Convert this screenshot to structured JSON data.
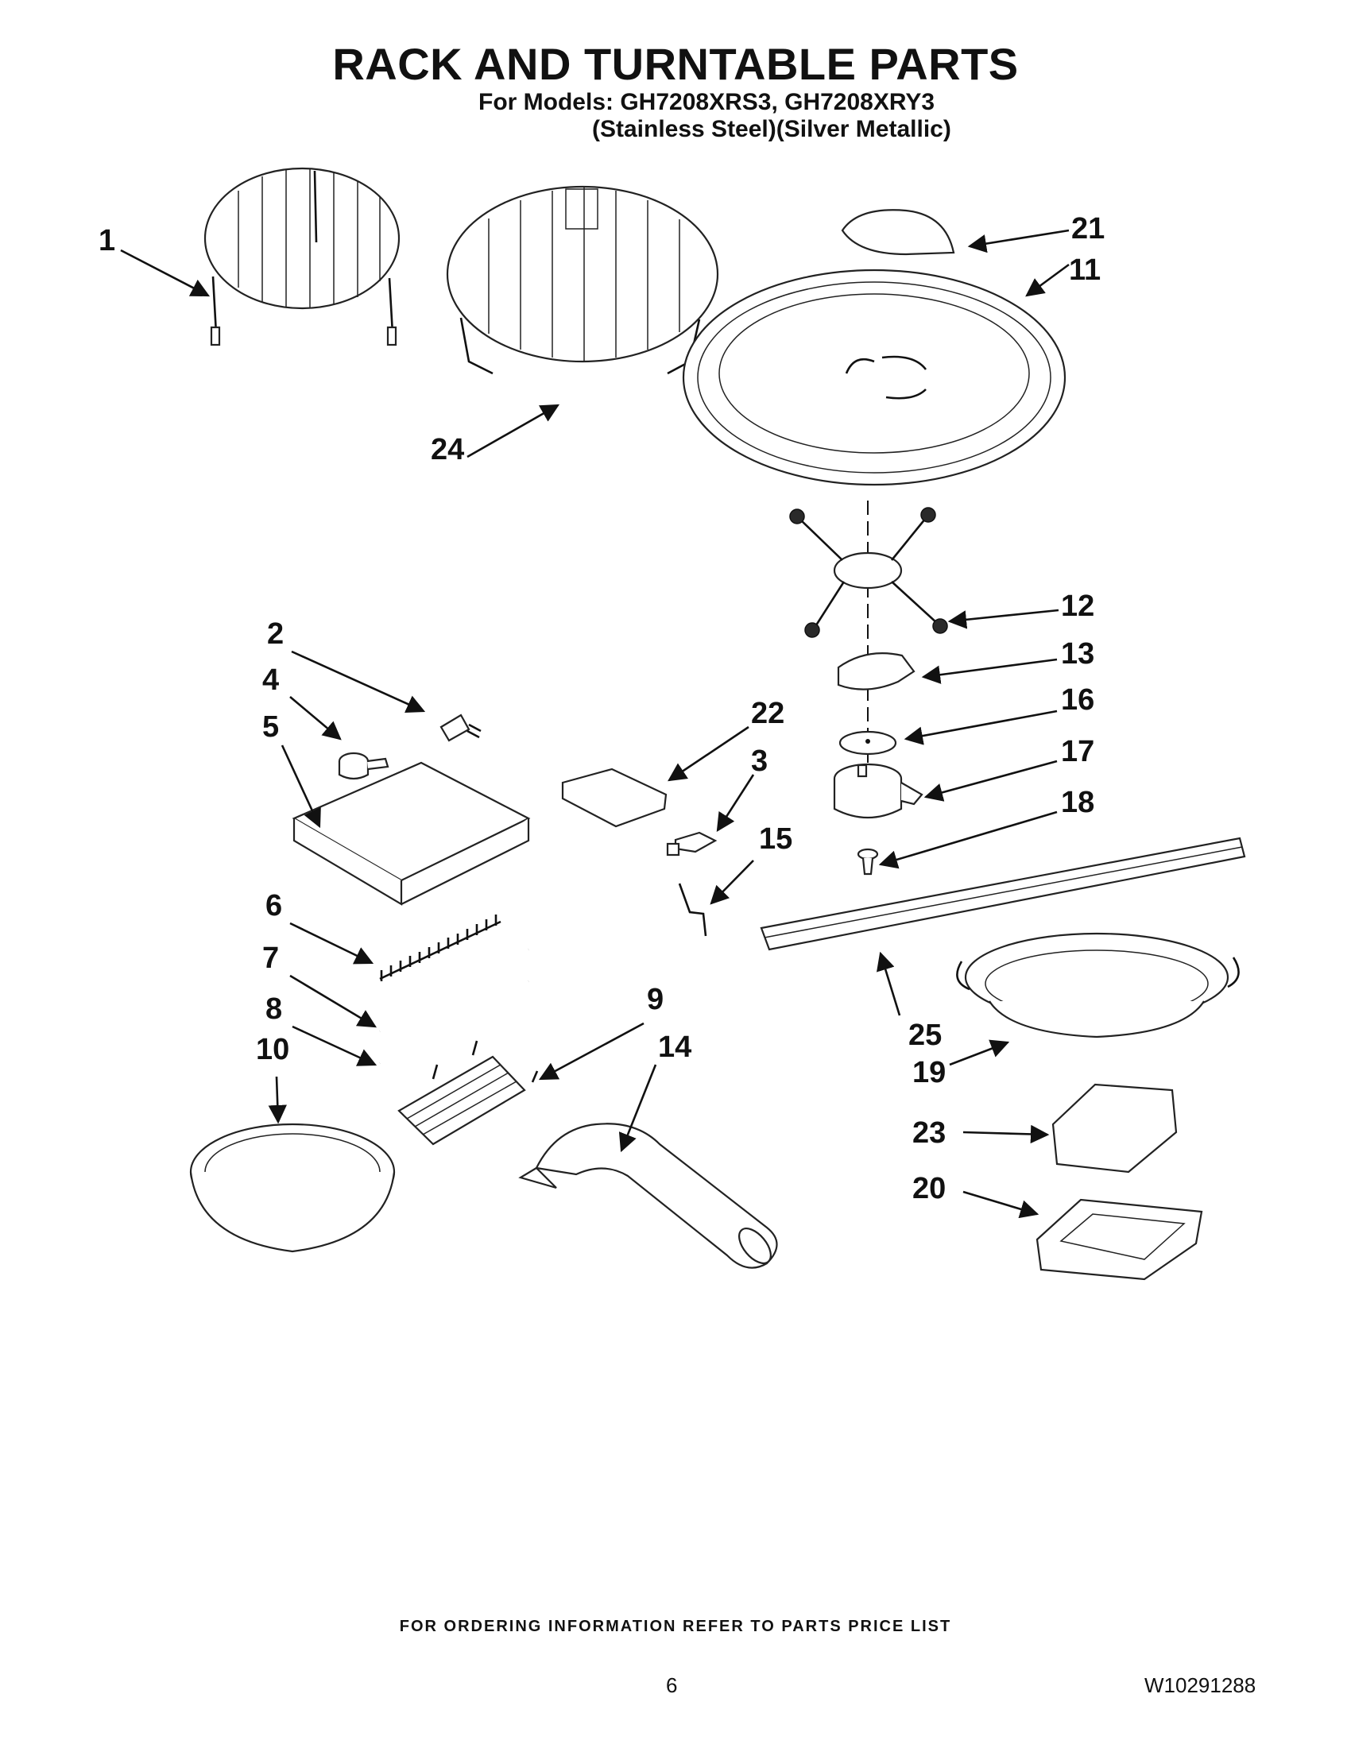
{
  "header": {
    "title": "RACK AND TURNTABLE PARTS",
    "models_line": "For Models: GH7208XRS3, GH7208XRY3",
    "finish_line": "(Stainless Steel)(Silver Metallic)"
  },
  "callouts": [
    "1",
    "2",
    "3",
    "4",
    "5",
    "6",
    "7",
    "8",
    "9",
    "10",
    "11",
    "12",
    "13",
    "14",
    "15",
    "16",
    "17",
    "18",
    "19",
    "20",
    "21",
    "22",
    "23",
    "24",
    "25"
  ],
  "footer": {
    "ordering_note": "FOR ORDERING INFORMATION REFER TO PARTS PRICE LIST",
    "page_number": "6",
    "document_number": "W10291288"
  }
}
